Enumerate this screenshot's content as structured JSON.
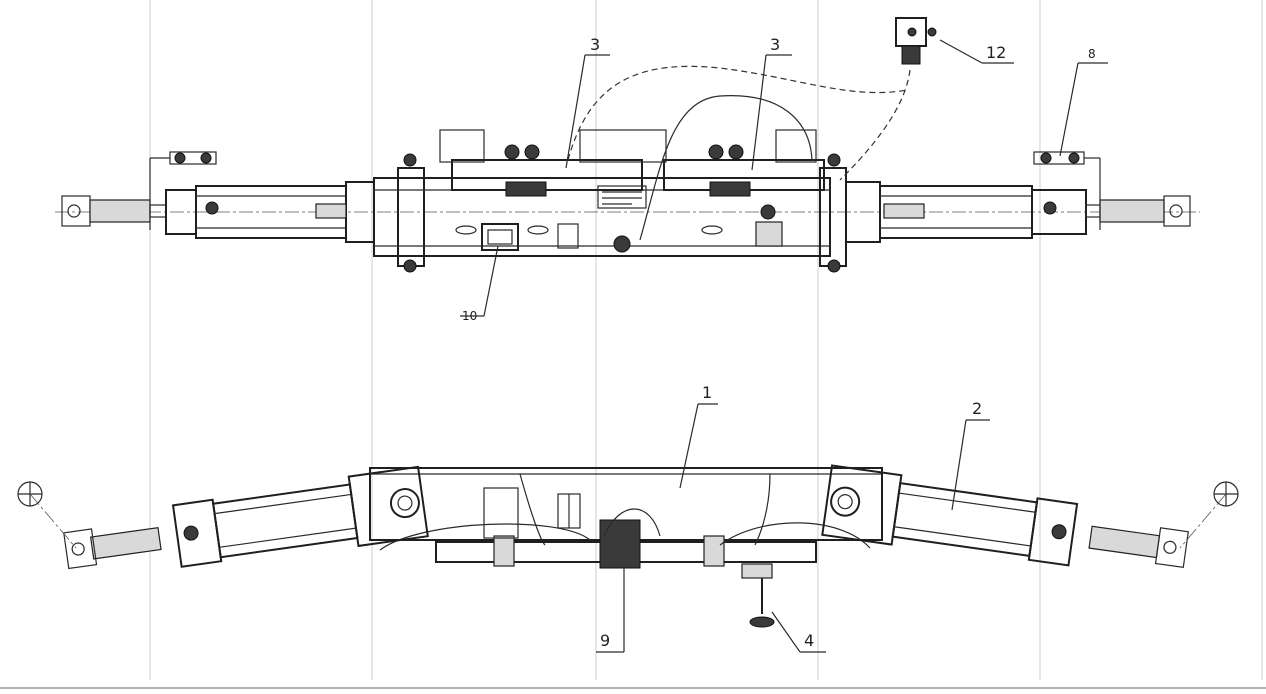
{
  "callouts": {
    "c1": "1",
    "c2": "2",
    "c3a": "3",
    "c3b": "3",
    "c4": "4",
    "c8": "8",
    "c9": "9",
    "c10": "10",
    "c12": "12"
  },
  "colors": {
    "ink": "#222222",
    "paper": "#ffffff",
    "grid": "#cfcfcf"
  }
}
